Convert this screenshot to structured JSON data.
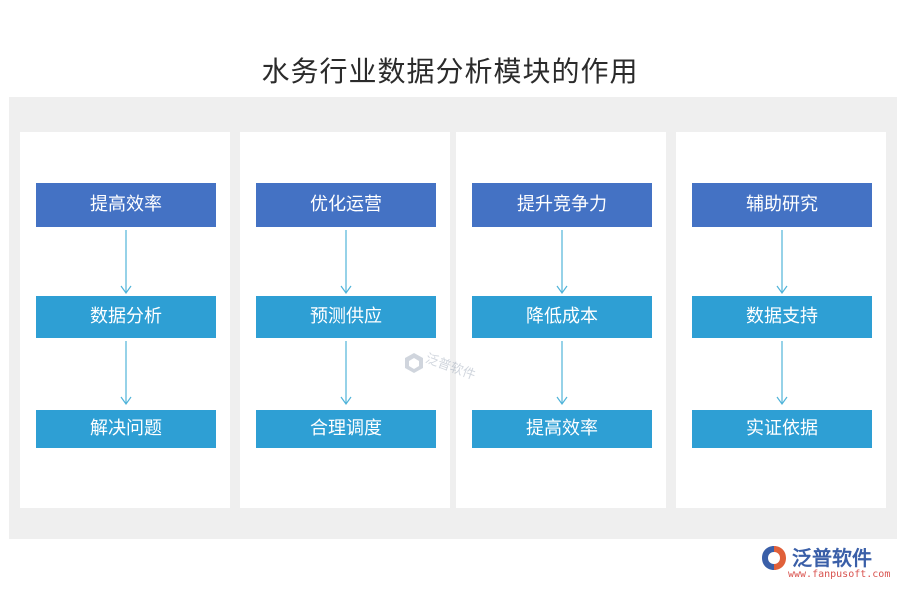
{
  "title": "水务行业数据分析模块的作用",
  "colors": {
    "panel_bg": "#efefef",
    "head_box": "#4472c4",
    "sub_box": "#2e9fd4",
    "arrow": "#4fb3d9"
  },
  "columns": [
    {
      "head": "提高效率",
      "mid": "数据分析",
      "end": "解决问题"
    },
    {
      "head": "优化运营",
      "mid": "预测供应",
      "end": "合理调度"
    },
    {
      "head": "提升竞争力",
      "mid": "降低成本",
      "end": "提高效率"
    },
    {
      "head": "辅助研究",
      "mid": "数据支持",
      "end": "实证依据"
    }
  ],
  "watermark": {
    "text": "泛普软件",
    "icon": "fanpu-logo-icon"
  },
  "brand": {
    "name": "泛普软件",
    "url": "www.fanpusoft.com",
    "icon": "fanpu-logo-icon"
  }
}
